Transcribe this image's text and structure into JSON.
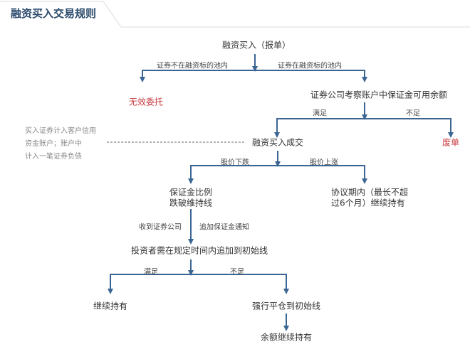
{
  "title": "融资买入交易规则",
  "colors": {
    "line": "#3b6593",
    "warn": "#c8383c",
    "title": "#2b4a6b"
  },
  "nodes": {
    "start": "融资买入（报单）",
    "invalid": "无效委托",
    "check": "证券公司考察账户中保证金可用余额",
    "done": "融资买入成交",
    "void": "废单",
    "below_line_1": "保证金比例",
    "below_line_2": "跌破维持线",
    "hold_period_1": "协议期内（最长不超",
    "hold_period_2": "过6个月）继续持有",
    "add_margin": "投资者需在规定时间内追加到初始线",
    "keep": "继续持有",
    "liquidate": "强行平仓到初始线",
    "remainder": "余额继续持有"
  },
  "edges": {
    "not_in_pool": "证券不在融资标的池内",
    "in_pool": "证券在融资标的池内",
    "enough1": "满足",
    "short1": "不足",
    "price_down": "股价下跌",
    "price_up": "股价上涨",
    "notice_a": "收到证券公司",
    "notice_b": "追加保证金通知",
    "enough2": "满足",
    "short2": "不足"
  },
  "side_note": [
    "买入证券计入客户信用",
    "资金账户；账户中",
    "计入一笔证券负债"
  ]
}
